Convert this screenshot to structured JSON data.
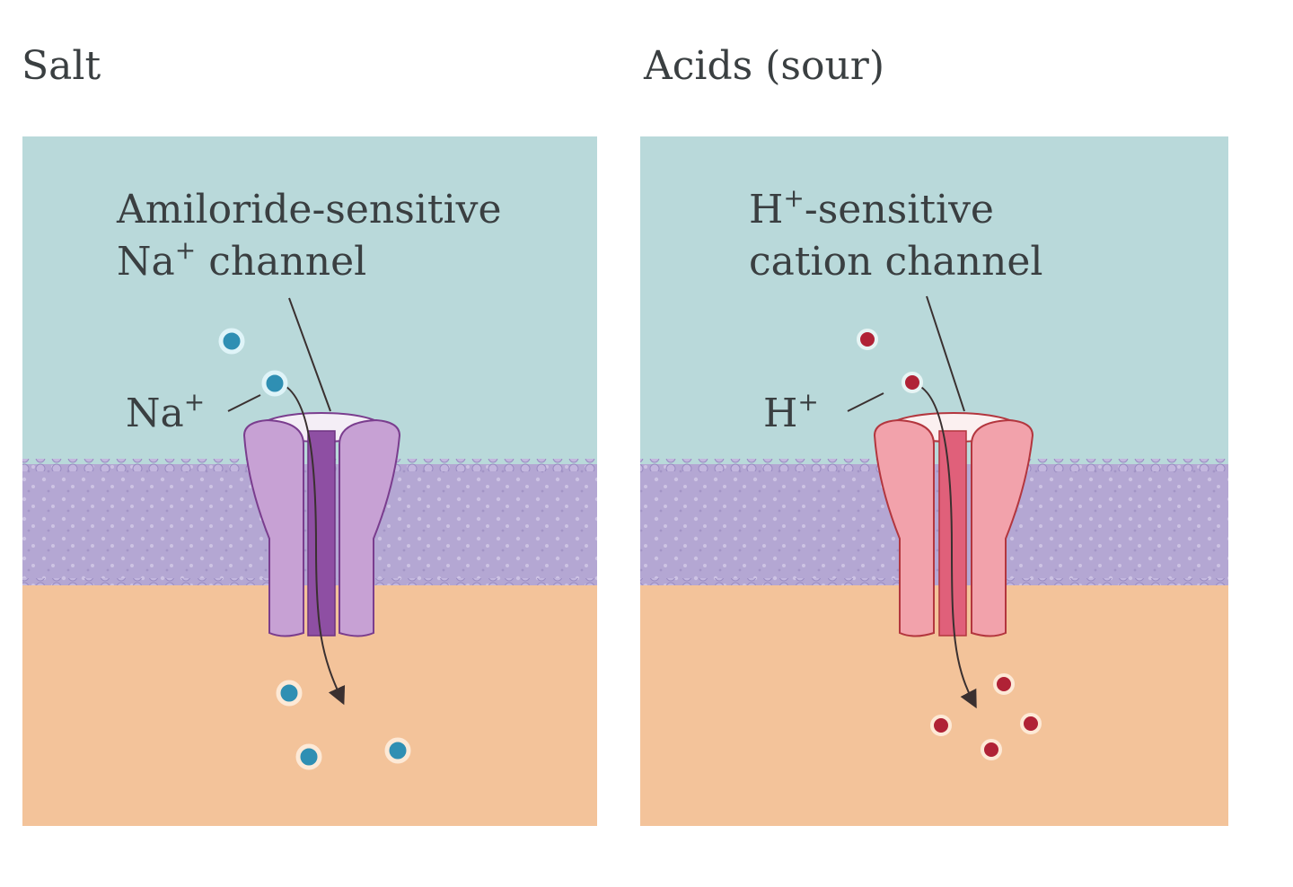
{
  "panels": {
    "salt": {
      "title": "Salt",
      "channel_label_line1": "Amiloride-sensitive",
      "channel_label_line2_base": "Na",
      "channel_label_line2_rest": " channel",
      "ion_label_base": "Na",
      "ion_sign": "+"
    },
    "acid": {
      "title": "Acids (sour)",
      "channel_label_line1_base": "H",
      "channel_label_line1_rest": "-sensitive",
      "channel_label_line2": "cation channel",
      "ion_label_base": "H",
      "ion_sign": "+"
    }
  },
  "colors": {
    "extracellular": "#b9d9da",
    "membrane": "#b4a7d3",
    "intracellular": "#f3c39a",
    "sodium_ion": "#2f8fb3",
    "proton": "#b02236",
    "salt_channel": "#c7a1d4",
    "salt_channel_stroke": "#7a3d8e",
    "acid_channel": "#f2a2ab",
    "acid_channel_stroke": "#b3363e",
    "text": "#3a3f41"
  },
  "icons": {
    "salt_channel": "amiloride-sensitive-sodium-channel",
    "acid_channel": "proton-sensitive-cation-channel",
    "salt_ion": "sodium-ion-dot",
    "acid_ion": "proton-dot",
    "flow": "ion-flow-arrow"
  }
}
